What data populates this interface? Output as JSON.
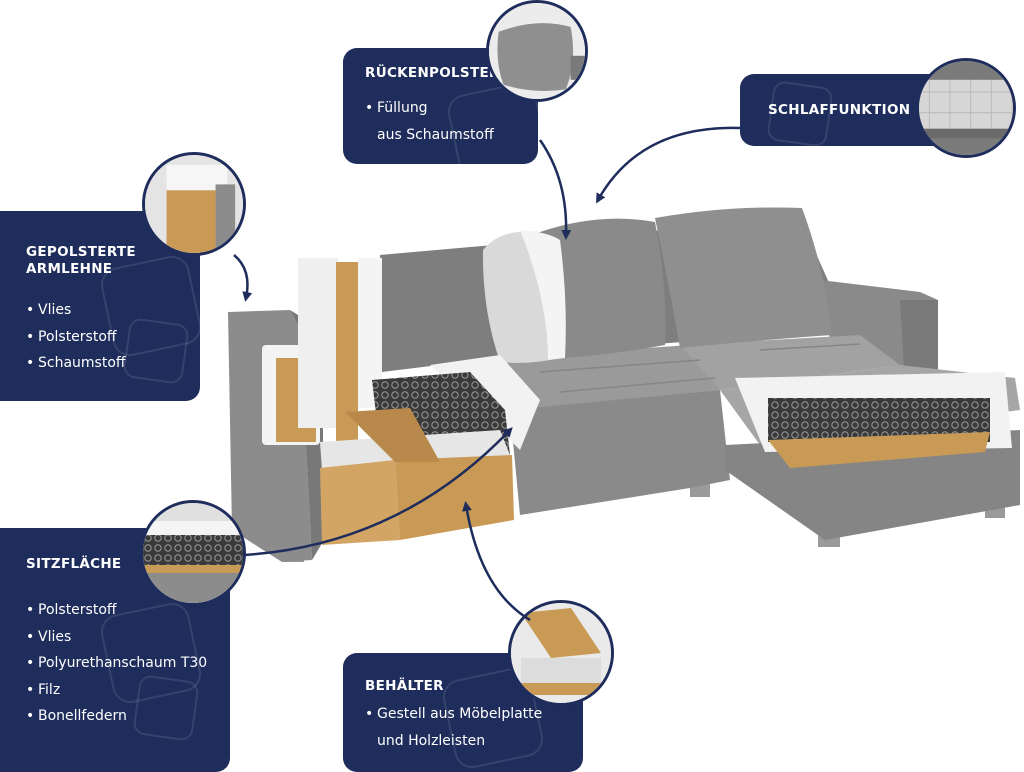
{
  "panels": {
    "armrest": {
      "title_line1": "GEPOLSTERTE",
      "title_line2": "ARMLEHNE",
      "items": [
        "Vlies",
        "Polsterstoff",
        "Schaumstoff"
      ]
    },
    "backrest": {
      "title": "RÜCKENPOLSTER",
      "items": [
        "Füllung",
        "aus Schaumstoff"
      ]
    },
    "sleep": {
      "title": "SCHLAFFUNKTION"
    },
    "seat": {
      "title": "SITZFLÄCHE",
      "items": [
        "Polsterstoff",
        "Vlies",
        "Polyurethanschaum T30",
        "Filz",
        "Bonellfedern"
      ]
    },
    "container": {
      "title": "BEHÄLTER",
      "items": [
        "Gestell aus Möbelplatte",
        "und Holzleisten"
      ]
    }
  },
  "bullet": "•",
  "colors": {
    "panel": "#1f2d5c",
    "fabric": "#8c8c8c",
    "fabric_dark": "#6f6f6f",
    "fabric_light": "#a4a4a4",
    "wood": "#c99a55",
    "foam": "#f1f1f1"
  }
}
